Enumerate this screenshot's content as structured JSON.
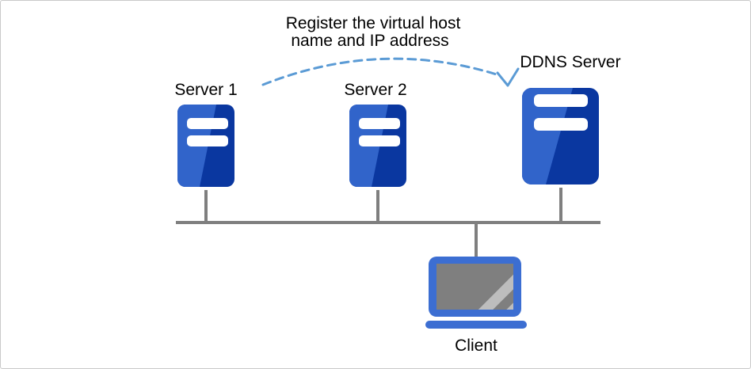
{
  "title_annotation": {
    "line1": "Register the virtual host",
    "line2": "name and IP address"
  },
  "nodes": {
    "server1": {
      "label": "Server 1",
      "icon": "server-icon"
    },
    "server2": {
      "label": "Server 2",
      "icon": "server-icon"
    },
    "ddns_server": {
      "label": "DDNS Server",
      "icon": "server-icon"
    },
    "client": {
      "label": "Client",
      "icon": "laptop-icon"
    }
  },
  "colors": {
    "server_light_blue": "#3164CA",
    "server_dark_blue": "#0A37A0",
    "slot_white": "#FFFFFF",
    "laptop_blue": "#3C6ED2",
    "screen_gray": "#7F7F7F",
    "screen_stripe_gray": "#BDBDBD",
    "screen_stripe_gray_2": "#C9C9C9",
    "connector_gray": "#7F7F7F",
    "arrow_light_blue": "#5B9BD5",
    "label_black": "#000000",
    "canvas_border_gray": "#C9C9C9"
  }
}
